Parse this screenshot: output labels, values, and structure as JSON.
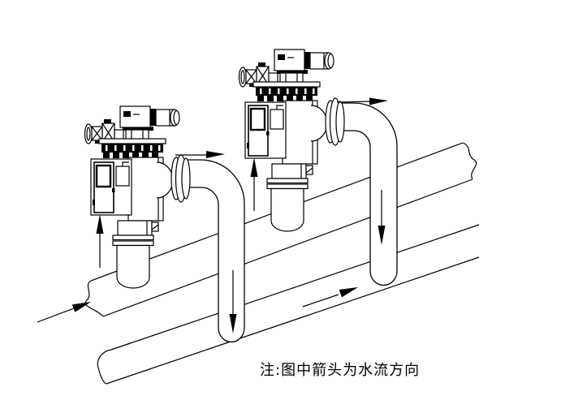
{
  "page": {
    "background": "#ffffff",
    "ink": "#000000"
  },
  "note": {
    "text": "注:图中箭头为水流方向"
  },
  "diagram": {
    "type": "pipeline-installation-schematic",
    "units": [
      {
        "id": "filter-unit-left",
        "description": "self-cleaning filter with motor, control panel, outlet flange and intake pipe"
      },
      {
        "id": "filter-unit-right",
        "description": "self-cleaning filter with motor, control panel, outlet flange and intake pipe"
      }
    ],
    "pipes": [
      {
        "id": "supply-pipe",
        "orientation": "diagonal",
        "ends": "broken-ends"
      },
      {
        "id": "return-pipe",
        "orientation": "diagonal",
        "ends": "capped-left"
      },
      {
        "id": "gooseneck-left",
        "orientation": "curved-down"
      },
      {
        "id": "gooseneck-right",
        "orientation": "curved-down"
      }
    ],
    "flow_arrows": [
      {
        "id": "supply-inflow-arrow",
        "direction": "up-right"
      },
      {
        "id": "left-unit-riser-arrow",
        "direction": "up"
      },
      {
        "id": "left-unit-outlet-arrow",
        "direction": "right"
      },
      {
        "id": "left-downpipe-arrow",
        "direction": "down"
      },
      {
        "id": "right-unit-riser-arrow",
        "direction": "up"
      },
      {
        "id": "right-unit-outlet-arrow",
        "direction": "right"
      },
      {
        "id": "right-downpipe-arrow",
        "direction": "down"
      },
      {
        "id": "return-flow-arrow",
        "direction": "up-right"
      }
    ]
  }
}
